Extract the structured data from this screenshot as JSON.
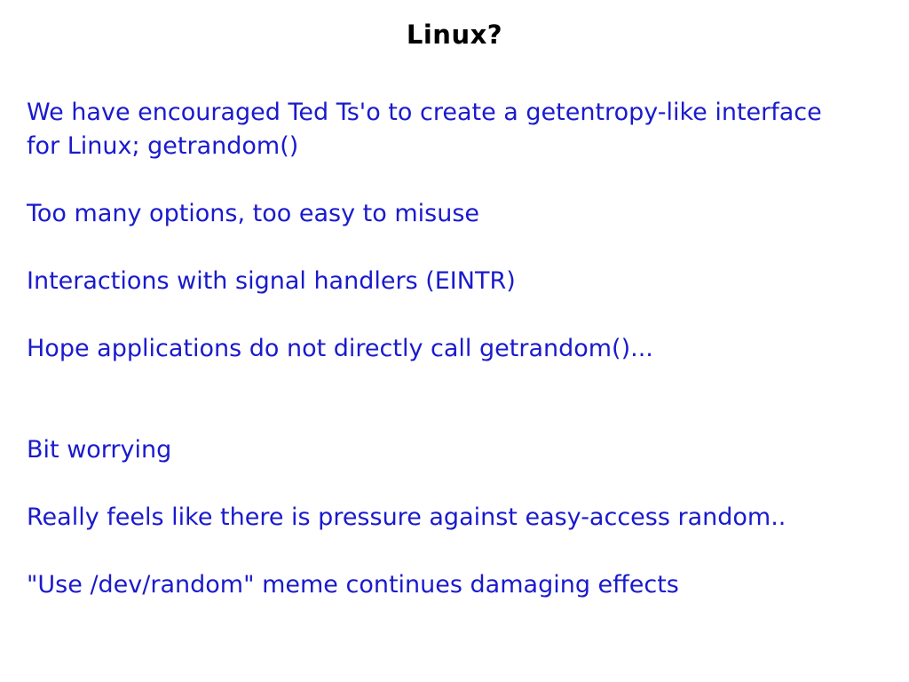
{
  "slide": {
    "title": "Linux?",
    "title_color": "#000000",
    "body_text_color": "#1a1acd",
    "background_color": "#ffffff"
  },
  "body": {
    "lines": [
      "We have encouraged Ted Ts'o to create a getentropy-like interface",
      "for Linux; getrandom()",
      "",
      "Too many options, too easy to misuse",
      "",
      "Interactions with signal handlers (EINTR)",
      "",
      "Hope applications do not directly call getrandom()...",
      "",
      "",
      "Bit worrying",
      "",
      "Really feels like there is pressure against easy-access random..",
      "",
      "\"Use /dev/random\" meme continues damaging effects"
    ]
  }
}
